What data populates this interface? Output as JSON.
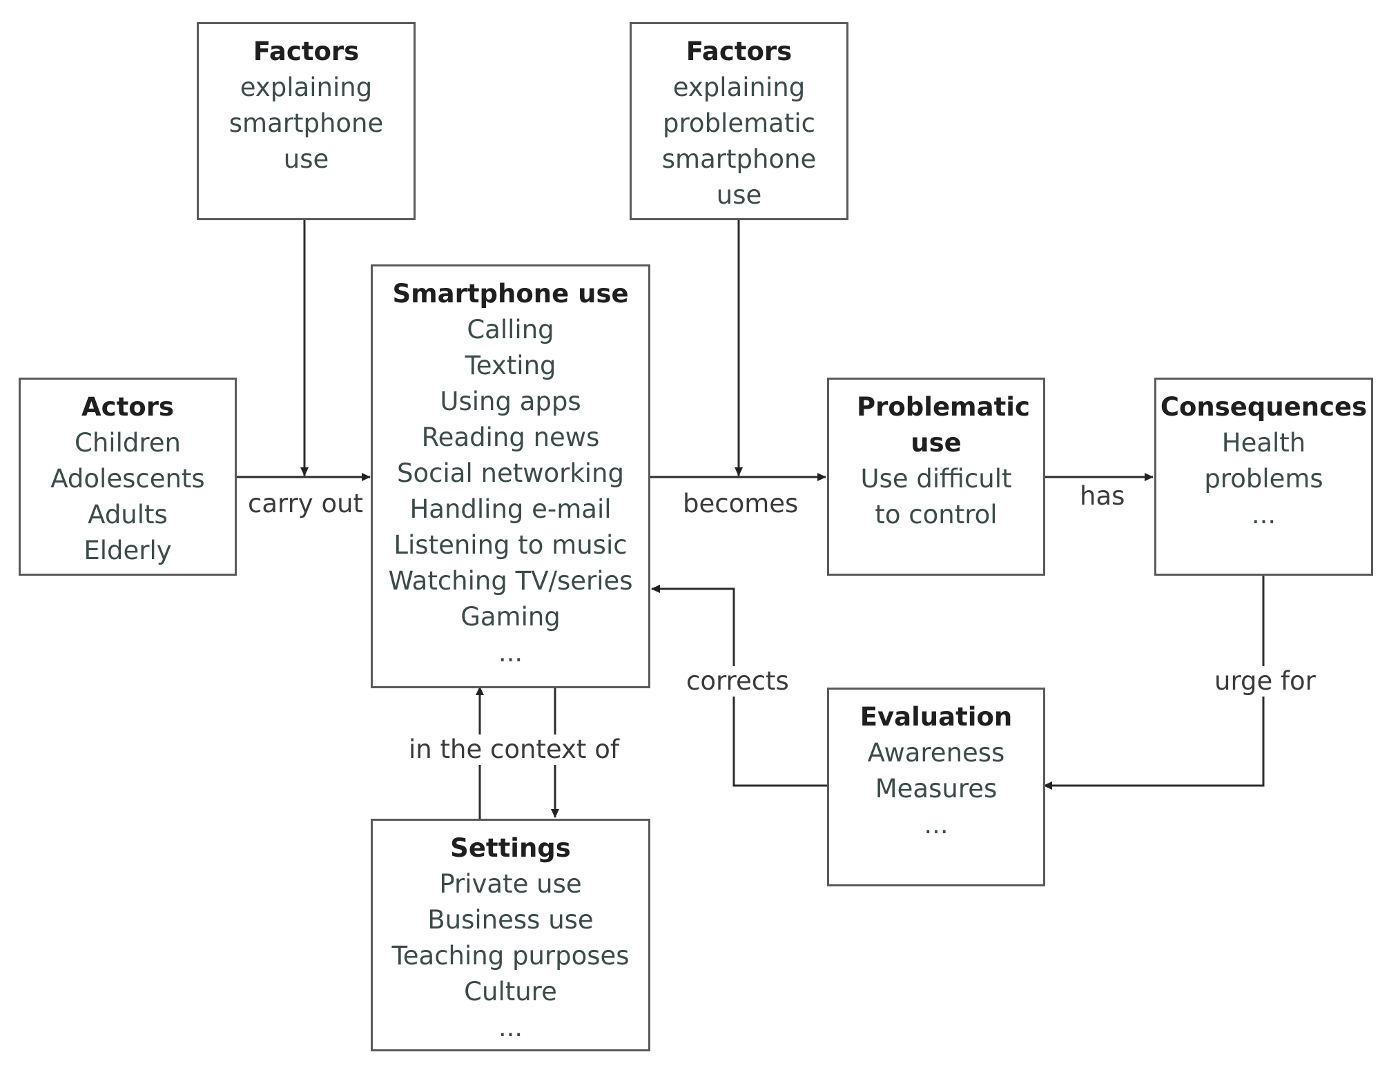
{
  "nodes": {
    "factors_use": {
      "title": "Factors",
      "lines": [
        "explaining",
        "smartphone",
        "use"
      ]
    },
    "factors_problematic": {
      "title": "Factors",
      "lines": [
        "explaining",
        "problematic",
        "smartphone",
        "use"
      ]
    },
    "smartphone_use": {
      "title": "Smartphone use",
      "lines": [
        "Calling",
        "Texting",
        "Using apps",
        "Reading news",
        "Social networking",
        "Handling e-mail",
        "Listening to music",
        "Watching TV/series",
        "Gaming",
        "..."
      ]
    },
    "actors": {
      "title": "Actors",
      "lines": [
        "Children",
        "Adolescents",
        "Adults",
        "Elderly"
      ]
    },
    "problematic_use": {
      "title": "Problematic use",
      "lines": [
        "Use difficult",
        "to control"
      ]
    },
    "consequences": {
      "title": "Consequences",
      "lines": [
        "Health",
        "problems",
        "..."
      ]
    },
    "evaluation": {
      "title": "Evaluation",
      "lines": [
        "Awareness",
        "Measures",
        "..."
      ]
    },
    "settings": {
      "title": "Settings",
      "lines": [
        "Private use",
        "Business use",
        "Teaching purposes",
        "Culture",
        "..."
      ]
    }
  },
  "edges": {
    "carry_out": "carry out",
    "becomes": "becomes",
    "has": "has",
    "urge_for": "urge for",
    "corrects": "corrects",
    "in_context_of": "in the context of"
  }
}
